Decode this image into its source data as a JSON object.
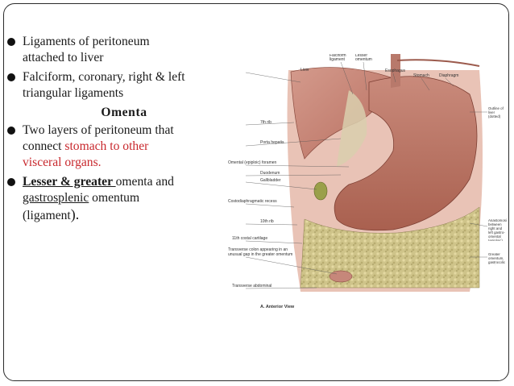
{
  "bullets": [
    {
      "lines": [
        "Ligaments of peritoneum",
        "attached to liver"
      ]
    },
    {
      "lines": [
        "Falciform, coronary, right & left",
        "triangular ligaments"
      ]
    },
    {
      "heading": "Omenta"
    },
    {
      "line1": "Two layers of peritoneum that",
      "line2_a": "connect ",
      "line2_red": "stomach to other",
      "line3_red": "visceral organs."
    },
    {
      "u_bold": "Lesser & greater ",
      "after": "omenta and",
      "u2": "gastrosplenic",
      "after2": " omentum",
      "line3_a": "(ligament",
      "line3_b": ")."
    }
  ],
  "figure": {
    "labels_left": [
      "Liver",
      "7th rib",
      "Porta hepatis",
      "Omental (epiploic) foramen",
      "Duodenum",
      "Gallbladder",
      "Costodiaphragmatic recess",
      "10th rib",
      "11th costal cartilage",
      "Transverse colon appearing in an unusual gap in the greater omentum",
      "Transverse abdominal"
    ],
    "labels_top": [
      "Falciform ligament",
      "Lesser omentum",
      "Esophagus",
      "Stomach",
      "Diaphragm"
    ],
    "labels_right": [
      "Outline of liver (dotted)",
      "Anastomosis between right and left gastro-omental (epiploic) arteries",
      "Greater omentum, gastrocolic portion"
    ],
    "caption": "A. Anterior View"
  }
}
